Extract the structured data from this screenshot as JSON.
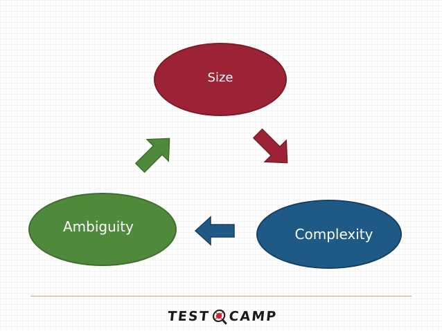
{
  "diagram": {
    "nodes": {
      "size": {
        "label": "Size",
        "color": "#9b2335"
      },
      "complexity": {
        "label": "Complexity",
        "color": "#1e5a85"
      },
      "ambiguity": {
        "label": "Ambiguity",
        "color": "#4f8a3c"
      }
    },
    "edges": [
      {
        "from": "Size",
        "to": "Complexity",
        "color": "#9b2335"
      },
      {
        "from": "Complexity",
        "to": "Ambiguity",
        "color": "#1e5a85"
      },
      {
        "from": "Ambiguity",
        "to": "Size",
        "color": "#4f8a3c"
      }
    ]
  },
  "footer": {
    "divider_color": "#e7908c",
    "logo": {
      "left_text": "TEST",
      "right_text": "CAMP",
      "mark_icon": "magnifier-bug-icon",
      "mark_color": "#d4202f"
    }
  }
}
